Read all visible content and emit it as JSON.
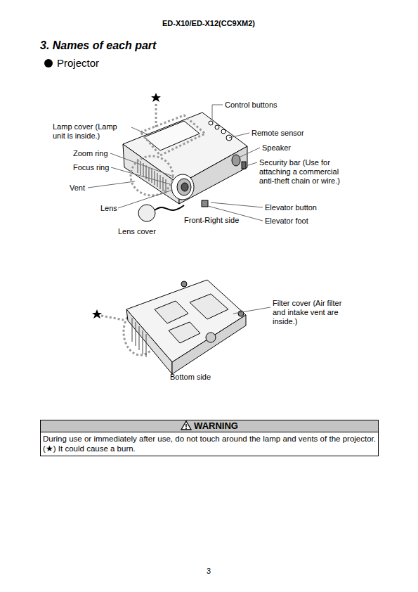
{
  "diagram": {
    "title": "3. Names of each part",
    "nodes": [
      {
        "text": [
          "WARNING",
          "During use or immediately after use, do not touch around the lamp and vents of the projector. (★) It could cause a burn."
        ]
      }
    ],
    "labels": [
      "ED-X10/ED-X12(CC9XM2)",
      "Projector",
      "Control buttons",
      "Lamp cover (Lamp unit is inside.)",
      "Remote sensor",
      "Speaker",
      "Zoom ring",
      "Security bar (Use for attaching a commercial anti-theft chain or wire.)",
      "Focus ring",
      "Vent",
      "Elevator button",
      "Lens",
      "Front-Right side",
      "Elevator foot",
      "Lens cover",
      "Filter cover (Air filter and intake vent are inside.)",
      "Bottom side",
      "3"
    ]
  }
}
